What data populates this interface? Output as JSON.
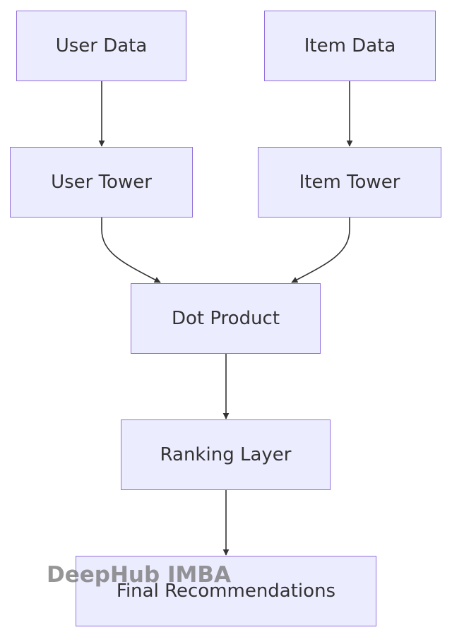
{
  "nodes": {
    "user_data": "User Data",
    "item_data": "Item Data",
    "user_tower": "User Tower",
    "item_tower": "Item Tower",
    "dot_product": "Dot Product",
    "ranking_layer": "Ranking Layer",
    "final_recommendations": "Final Recommendations"
  },
  "edges": [
    {
      "from": "user_data",
      "to": "user_tower"
    },
    {
      "from": "item_data",
      "to": "item_tower"
    },
    {
      "from": "user_tower",
      "to": "dot_product"
    },
    {
      "from": "item_tower",
      "to": "dot_product"
    },
    {
      "from": "dot_product",
      "to": "ranking_layer"
    },
    {
      "from": "ranking_layer",
      "to": "final_recommendations"
    }
  ],
  "colors": {
    "node_fill": "#ececff",
    "node_border": "#9370db",
    "edge": "#333333",
    "text": "#333333"
  },
  "watermark": "DeepHub IMBA"
}
